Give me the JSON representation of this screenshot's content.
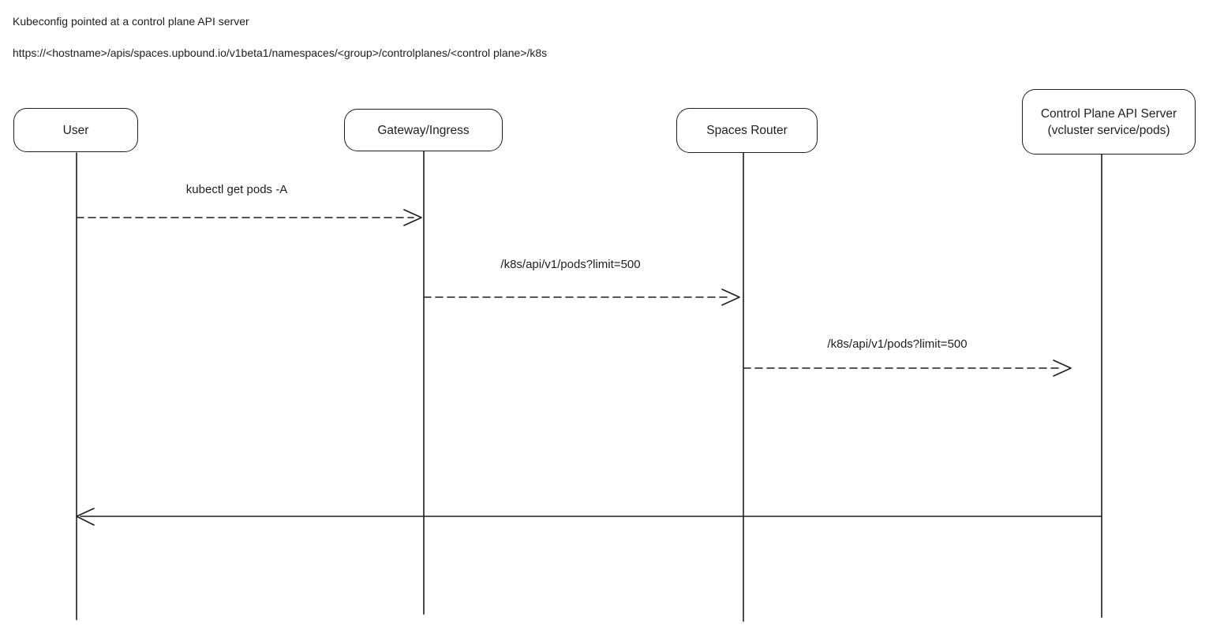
{
  "header": {
    "title": "Kubeconfig pointed at a control plane API server",
    "url": "https://<hostname>/apis/spaces.upbound.io/v1beta1/namespaces/<group>/controlplanes/<control plane>/k8s"
  },
  "diagram": {
    "type": "sequence",
    "stroke_color": "#1e1e1e",
    "background_color": "#ffffff",
    "actors": [
      {
        "id": "user",
        "label": "User"
      },
      {
        "id": "gateway-ingress",
        "label": "Gateway/Ingress"
      },
      {
        "id": "spaces-router",
        "label": "Spaces Router"
      },
      {
        "id": "control-plane-api-server",
        "label": "Control Plane API Server\n(vcluster service/pods)"
      }
    ],
    "messages": [
      {
        "from": "user",
        "to": "gateway-ingress",
        "label": "kubectl get pods -A",
        "line": "dashed",
        "arrowhead": "open"
      },
      {
        "from": "gateway-ingress",
        "to": "spaces-router",
        "label": "/k8s/api/v1/pods?limit=500",
        "line": "dashed",
        "arrowhead": "open"
      },
      {
        "from": "spaces-router",
        "to": "control-plane-api-server",
        "label": "/k8s/api/v1/pods?limit=500",
        "line": "dashed",
        "arrowhead": "open"
      },
      {
        "from": "control-plane-api-server",
        "to": "user",
        "label": "",
        "line": "solid",
        "arrowhead": "open"
      }
    ]
  }
}
